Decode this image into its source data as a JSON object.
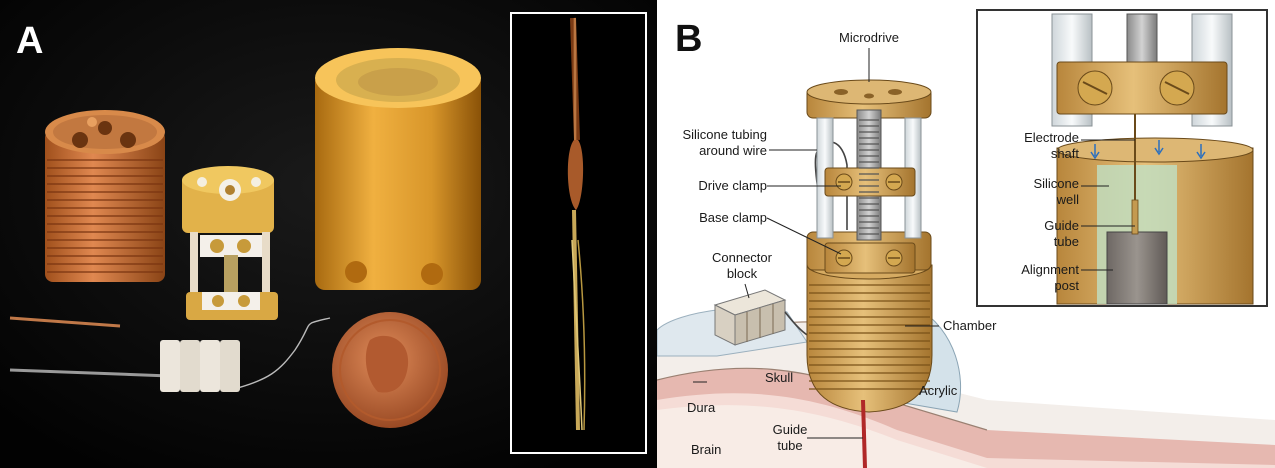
{
  "panel_a": {
    "label": "A"
  },
  "panel_b": {
    "label": "B",
    "callouts": {
      "microdrive": "Microdrive",
      "silicone_tubing_1": "Silicone tubing",
      "silicone_tubing_2": "around wire",
      "drive_clamp": "Drive clamp",
      "base_clamp": "Base clamp",
      "connector_1": "Connector",
      "connector_2": "block",
      "chamber": "Chamber",
      "skull": "Skull",
      "acrylic": "Acrylic",
      "dura": "Dura",
      "brain": "Brain",
      "guide_tube_1": "Guide",
      "guide_tube_2": "tube"
    },
    "inset": {
      "electrode_1": "Electrode",
      "electrode_2": "shaft",
      "silicone_1": "Silicone",
      "silicone_2": "well",
      "guide_1": "Guide",
      "guide_2": "tube",
      "alignment_1": "Alignment",
      "alignment_2": "post"
    }
  }
}
